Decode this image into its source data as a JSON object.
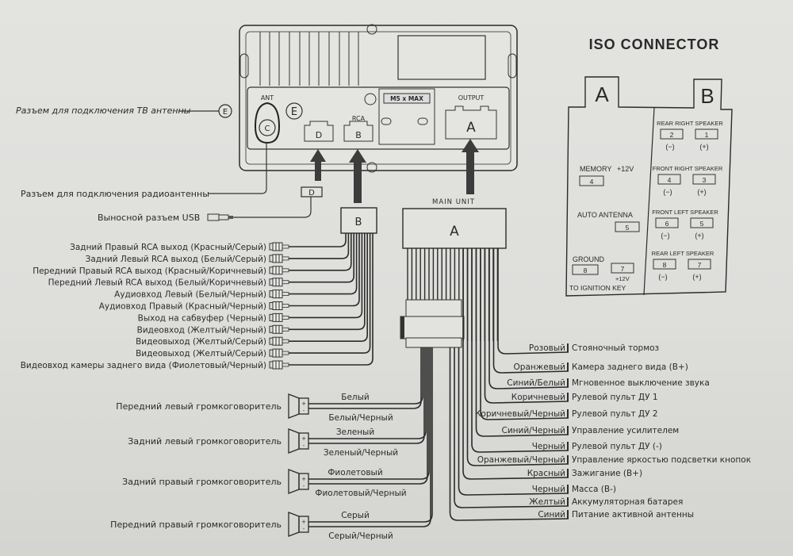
{
  "head_unit": {
    "ant_label": "ANT",
    "port_c": "C",
    "port_e": "E",
    "port_d": "D",
    "rca_label": "RCA",
    "port_b": "B",
    "badge": "M5 x MAX",
    "output_label": "OUTPUT",
    "port_a": "A"
  },
  "callouts": {
    "tv_antenna": "Разъем для подключения ТВ антенны",
    "tv_antenna_marker": "E",
    "radio_antenna": "Разъем для подключения радиоантенны",
    "usb": "Выносной разъем USB",
    "usb_marker": "D"
  },
  "connector_b": {
    "label": "B"
  },
  "connector_a": {
    "title": "MAIN UNIT",
    "label": "A"
  },
  "rca_outputs": [
    "Задний Правый RCA выход (Красный/Серый)",
    "Задний Левый RCA выход (Белый/Серый)",
    "Передний Правый RCA выход (Красный/Коричневый)",
    "Передний Левый RCA выход (Белый/Коричневый)",
    "Аудиовход Левый (Белый/Черный)",
    "Аудиовход Правый (Красный/Черный)",
    "Выход на сабвуфер (Черный)",
    "Видеовход (Желтый/Черный)",
    "Видеовыход (Желтый/Серый)",
    "Видеовыход (Желтый/Серый)",
    "Видеовход камеры заднего вида (Фиолетовый/Черный)"
  ],
  "speakers": [
    {
      "name": "Передний левый громкоговоритель",
      "plus": "Белый",
      "minus": "Белый/Черный"
    },
    {
      "name": "Задний левый громкоговоритель",
      "plus": "Зеленый",
      "minus": "Зеленый/Черный"
    },
    {
      "name": "Задний правый громкоговоритель",
      "plus": "Фиолетовый",
      "minus": "Фиолетовый/Черный"
    },
    {
      "name": "Передний правый громкоговоритель",
      "plus": "Серый",
      "minus": "Серый/Черный"
    }
  ],
  "speaker_sign_plus": "+",
  "speaker_sign_minus": "-",
  "wires_right": [
    {
      "color": "Розовый",
      "function": "Стояночный тормоз"
    },
    {
      "color": "Оранжевый",
      "function": "Камера заднего вида (B+)"
    },
    {
      "color": "Синий/Белый",
      "function": "Мгновенное выключение звука"
    },
    {
      "color": "Коричневый",
      "function": "Рулевой пульт ДУ  1"
    },
    {
      "color": "Коричневый/Черный",
      "function": "Рулевой пульт ДУ  2"
    },
    {
      "color": "Синий/Черный",
      "function": "Управление усилителем"
    },
    {
      "color": "Черный",
      "function": "Рулевой пульт ДУ (-)"
    },
    {
      "color": "Оранжевый/Черный",
      "function": "Управление яркостью подсветки кнопок"
    },
    {
      "color": "Красный",
      "function": "Зажигание (B+)"
    },
    {
      "color": "Черный",
      "function": "Масса (B-)"
    },
    {
      "color": "Желтый",
      "function": "Аккумуляторная батарея"
    },
    {
      "color": "Синий",
      "function": "Питание активной антенны"
    }
  ],
  "iso": {
    "title": "ISO CONNECTOR",
    "tab_a": "A",
    "tab_b": "B",
    "memory_label": "MEMORY",
    "memory_volt": "+12V",
    "memory_pin": "4",
    "auto_antenna_label": "AUTO ANTENNA",
    "auto_antenna_pin": "5",
    "ground_label": "GROUND",
    "ground_pin": "8",
    "ign_pin": "7",
    "ign_volt": "+12V",
    "ign_label": "TO IGNITION KEY",
    "speakers": [
      {
        "title": "REAR RIGHT SPEAKER",
        "neg_pin": "2",
        "pos_pin": "1"
      },
      {
        "title": "FRONT RIGHT SPEAKER",
        "neg_pin": "4",
        "pos_pin": "3"
      },
      {
        "title": "FRONT LEFT SPEAKER",
        "neg_pin": "6",
        "pos_pin": "5"
      },
      {
        "title": "REAR LEFT SPEAKER",
        "neg_pin": "8",
        "pos_pin": "7"
      }
    ],
    "neg_sign": "(−)",
    "pos_sign": "(+)"
  },
  "colors": {
    "ink": "#2b2b2b",
    "paper": "#e0e0dd",
    "arrow": "#3c3c3c"
  }
}
